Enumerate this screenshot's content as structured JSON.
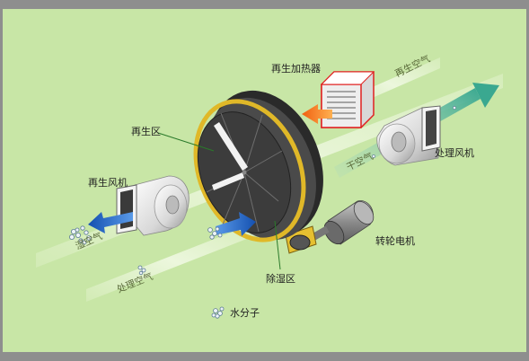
{
  "colors": {
    "frame": "#8e8e8e",
    "background": "#c8e6a6",
    "stream_band": "#e6f4d0",
    "arrow_blue": "#1e64c8",
    "arrow_orange": "#f07818",
    "arrow_teal": "#5ab8a0",
    "callout_line": "#2a7a2a",
    "belt": "#d8b020",
    "heater_frame": "#e02020"
  },
  "labels": {
    "regen_heater": "再生加热器",
    "regen_air": "再生空气",
    "regen_zone": "再生区",
    "dry_air": "干空气",
    "process_fan": "处理风机",
    "regen_fan": "再生风机",
    "wheel_motor": "转轮电机",
    "dehumid_zone": "除湿区",
    "process_air": "处理空气",
    "water_molecule": "水分子",
    "wet_air": "湿空气"
  },
  "icons": [
    "water-molecule-icon"
  ]
}
